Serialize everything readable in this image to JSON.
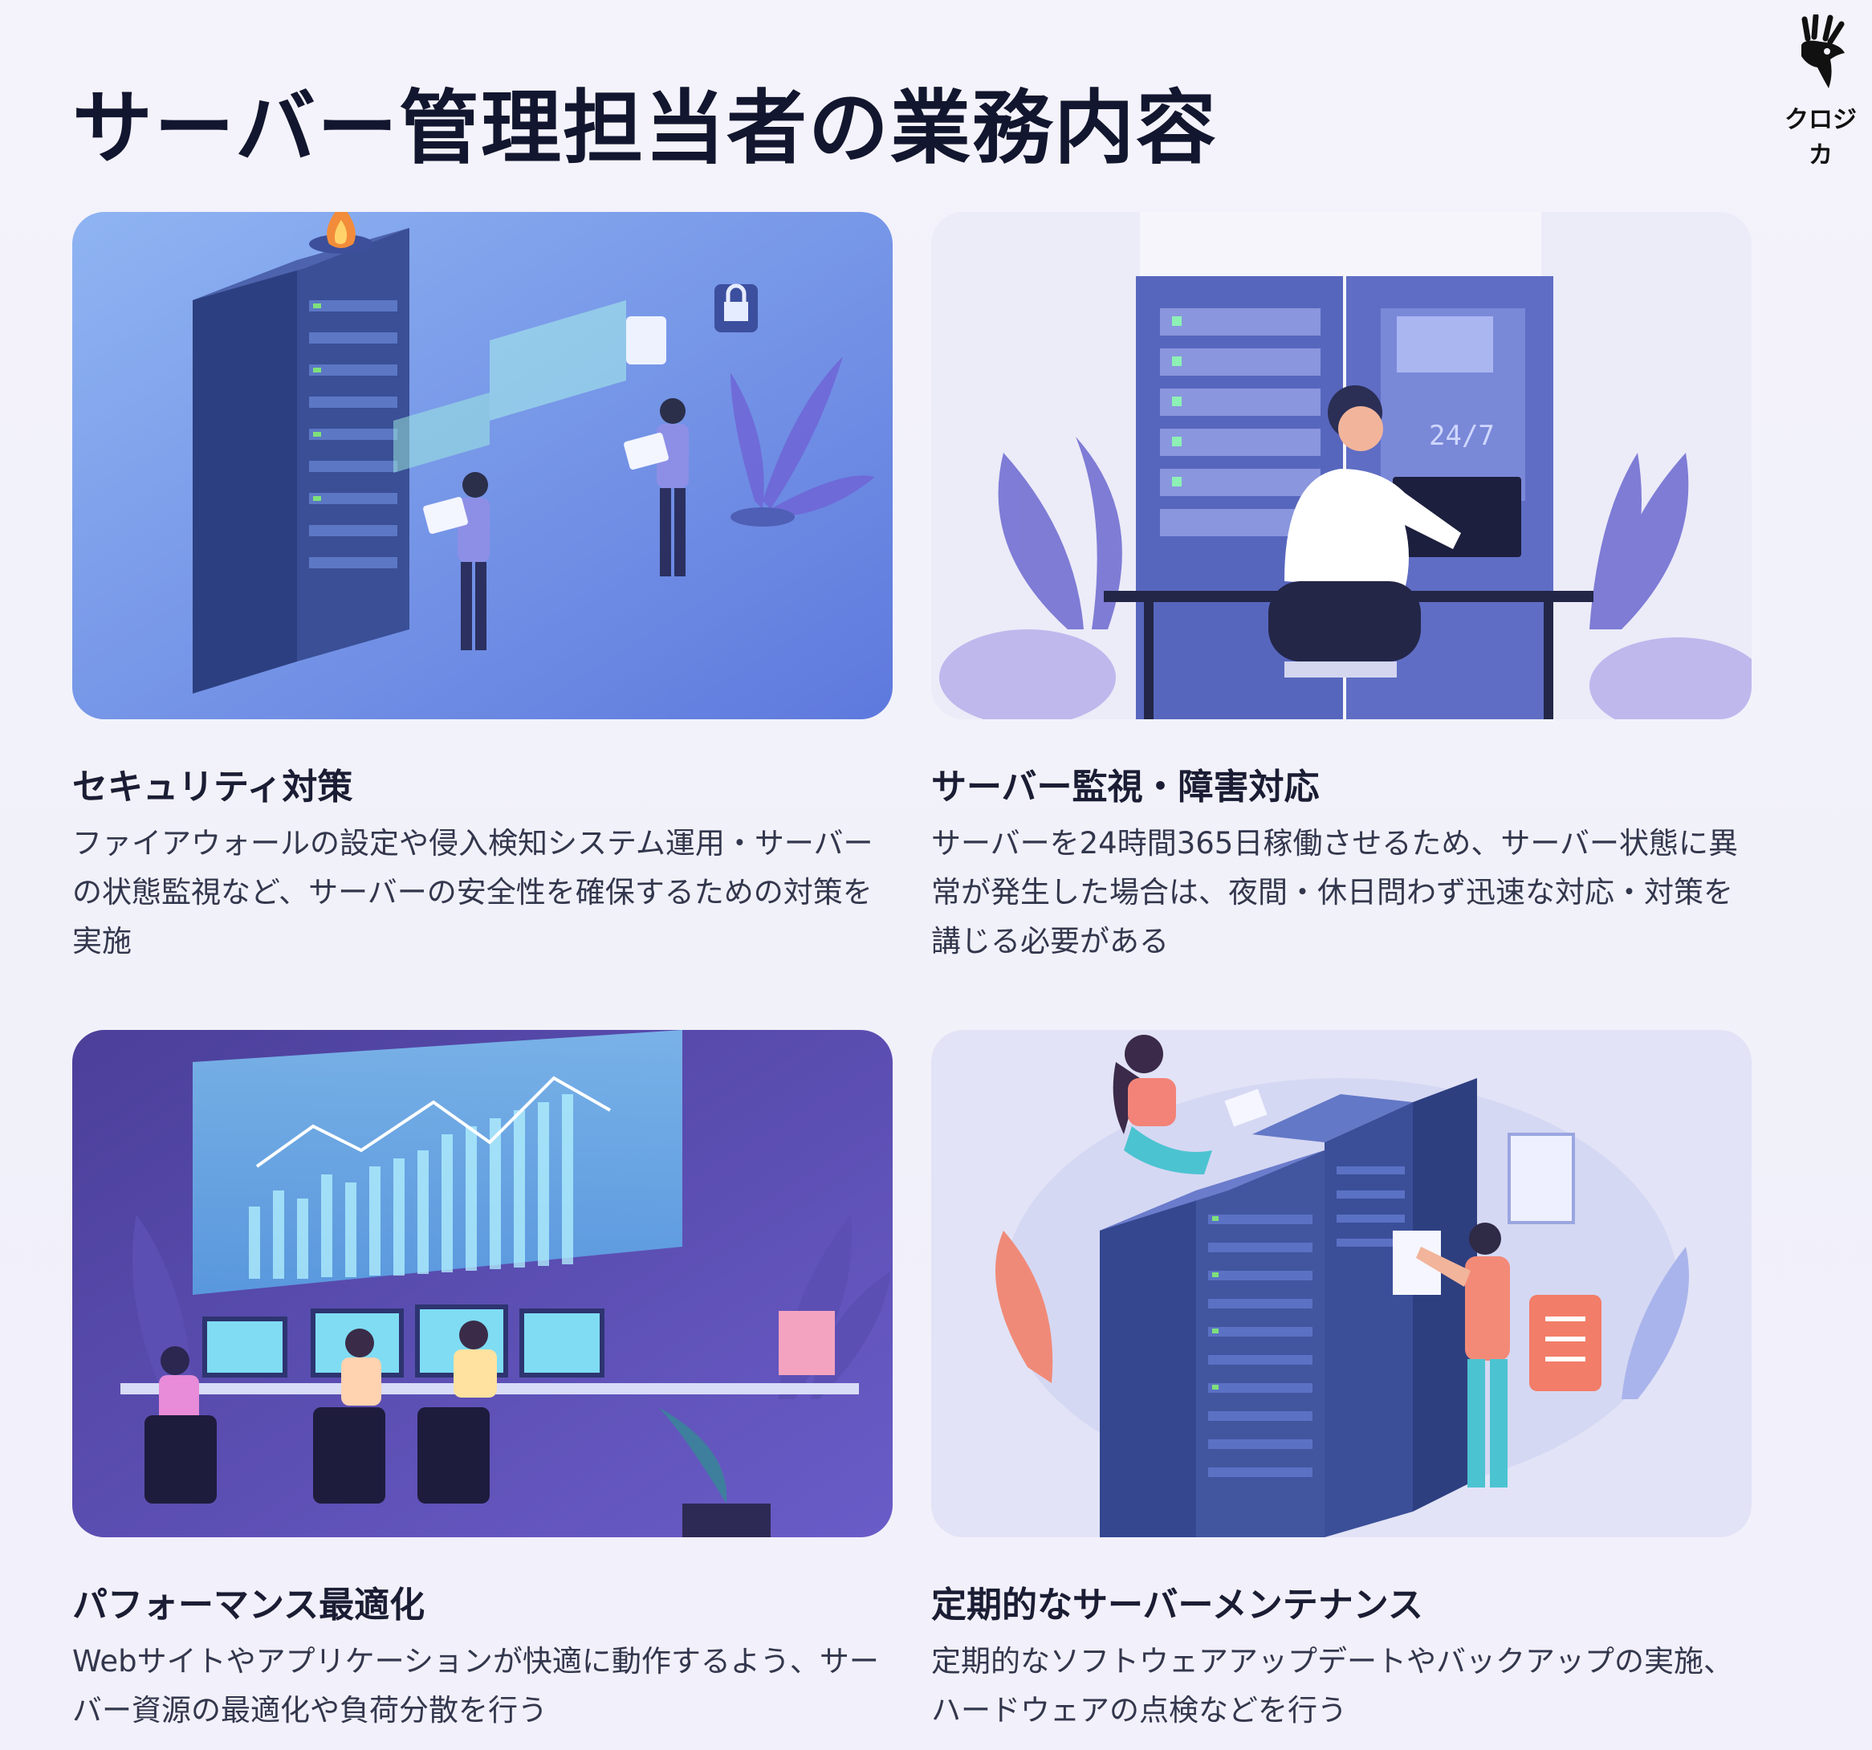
{
  "page": {
    "title": "サーバー管理担当者の業務内容"
  },
  "logo": {
    "text": "クロジカ"
  },
  "cards": [
    {
      "title": "セキュリティ対策",
      "description": "ファイアウォールの設定や侵入検知システム運用・サーバーの状態監視など、サーバーの安全性を確保するための対策を実施",
      "illustration": "security-illustration"
    },
    {
      "title": "サーバー監視・障害対応",
      "description": "サーバーを24時間365日稼働させるため、サーバー状態に異常が発生した場合は、夜間・休日問わず迅速な対応・対策を講じる必要がある",
      "illustration": "monitoring-illustration",
      "screen_text": "24/7"
    },
    {
      "title": "パフォーマンス最適化",
      "description": "Webサイトやアプリケーションが快適に動作するよう、サーバー資源の最適化や負荷分散を行う",
      "illustration": "performance-illustration"
    },
    {
      "title": "定期的なサーバーメンテナンス",
      "description": "定期的なソフトウェアアップデートやバックアップの実施、ハードウェアの点検などを行う",
      "illustration": "maintenance-illustration"
    }
  ],
  "colors": {
    "background": "#f3f2fa",
    "title": "#12162e",
    "accent_blue": "#6f8fe6",
    "accent_purple": "#5f55b8",
    "accent_coral": "#f08a78"
  }
}
